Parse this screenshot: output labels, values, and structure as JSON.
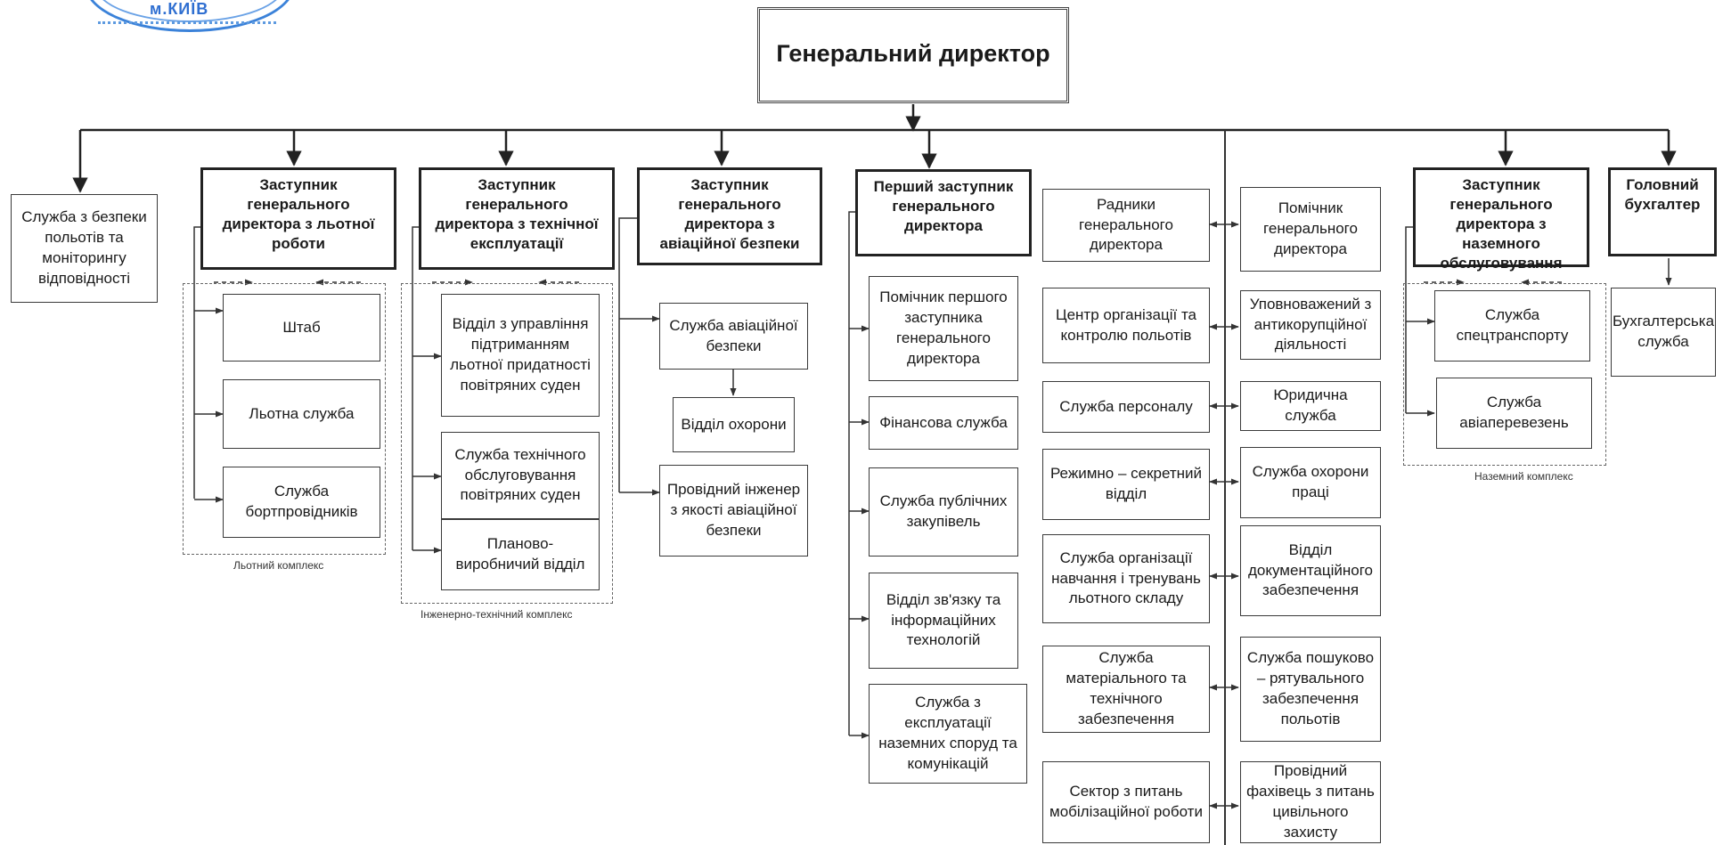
{
  "seal": {
    "text": "м.КИЇВ",
    "color": "#2f6fd1"
  },
  "general_director": "Генеральний директор",
  "branches": {
    "safety_monitoring": "Служба з безпеки польотів та моніторингу відповідності",
    "flight_deputy": {
      "title": "Заступник генерального директора з льотної роботи",
      "units": [
        "Штаб",
        "Льотна служба",
        "Служба бортпровідників"
      ],
      "group_label": "Льотний комплекс"
    },
    "tech_deputy": {
      "title": "Заступник генерального директора з технічної експлуатації",
      "units": [
        "Відділ з управління підтриманням льотної придатності повітряних суден",
        "Служба технічного обслуговування повітряних суден",
        "Планово-виробничий відділ"
      ],
      "group_label": "Інженерно-технічний комплекс"
    },
    "security_deputy": {
      "title": "Заступник генерального директора з авіаційної безпеки",
      "units": [
        "Служба авіаційної безпеки",
        "Відділ охорони",
        "Провідний інженер з якості авіаційної безпеки"
      ]
    },
    "first_deputy": {
      "title": "Перший заступник генерального директора",
      "units": [
        "Помічник першого заступника генерального директора",
        "Фінансова служба",
        "Служба публічних закупівель",
        "Відділ зв'язку та інформаційних технологій",
        "Служба з експлуатації наземних споруд та комунікацій"
      ]
    },
    "direct_left": [
      "Радники генерального директора",
      "Центр організації та контролю польотів",
      "Служба персоналу",
      "Режимно – секретний відділ",
      "Служба організації навчання і тренувань льотного складу",
      "Служба матеріального та технічного забезпечення",
      "Сектор з питань мобілізаційної роботи"
    ],
    "direct_right": [
      "Помічник генерального директора",
      "Уповноважений з антикорупційної діяльності",
      "Юридична служба",
      "Служба охорони праці",
      "Відділ документаційного забезпечення",
      "Служба пошуково – рятувального забезпечення польотів",
      "Провідний фахівець з питань цивільного захисту"
    ],
    "ground_deputy": {
      "title": "Заступник генерального директора з наземного обслуговування",
      "units": [
        "Служба спецтранспорту",
        "Служба авіаперевезень"
      ],
      "group_label": "Наземний комплекс"
    },
    "chief_accountant": {
      "title": "Головний бухгалтер",
      "units": [
        "Бухгалтерська служба"
      ]
    }
  }
}
